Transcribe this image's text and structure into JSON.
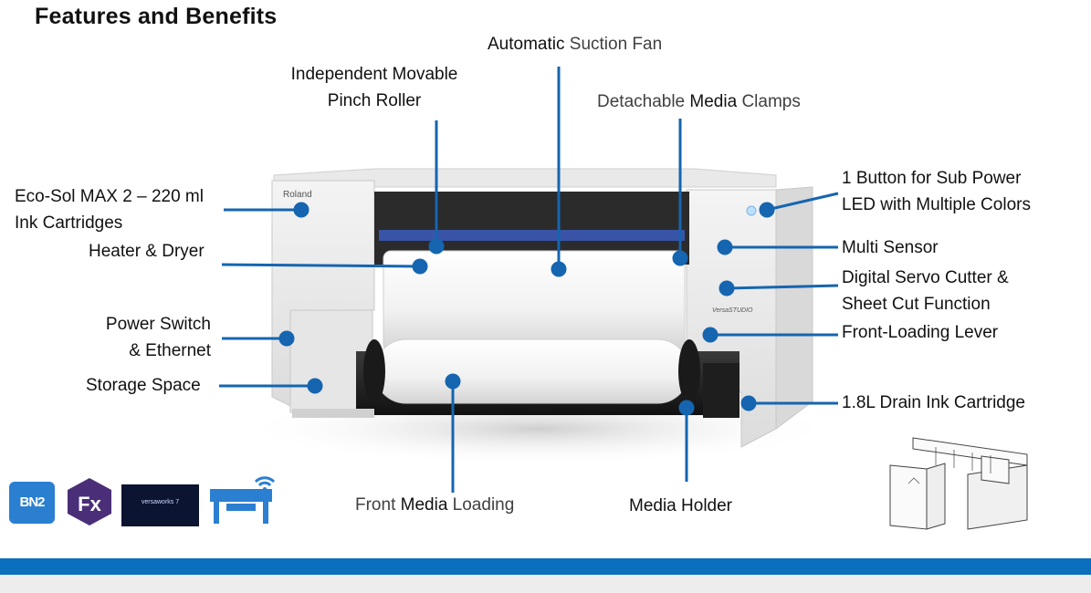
{
  "title": "Features and Benefits",
  "brand": "Roland",
  "model_badge": "VersaSTUDIO",
  "labels": {
    "suction_fan": {
      "part1": "Automatic",
      "part2": "Suction Fan"
    },
    "pinch_roller": {
      "line1": "Independent Movable",
      "line2": "Pinch Roller"
    },
    "media_clamps": {
      "part1": "Detachable",
      "part2": "Media",
      "part3": "Clamps"
    },
    "ink_cartridges": {
      "line1": "Eco-Sol MAX 2 – 220 ml",
      "line2": "Ink Cartridges"
    },
    "heater_dryer": "Heater & Dryer",
    "power_switch": {
      "line1": "Power Switch",
      "line2": "& Ethernet"
    },
    "storage_space": "Storage Space",
    "sub_power": {
      "line1": "1 Button for Sub Power",
      "line2": "LED with Multiple Colors"
    },
    "multi_sensor": "Multi Sensor",
    "servo_cutter": {
      "line1": "Digital Servo Cutter &",
      "line2": "Sheet Cut Function"
    },
    "front_loading_lever": "Front-Loading Lever",
    "drain_ink": "1.8L Drain Ink Cartridge",
    "front_media_loading": {
      "part1": "Front",
      "part2": "Media",
      "part3": "Loading"
    },
    "media_holder": "Media Holder"
  },
  "logos": {
    "bn2": "BN2",
    "fx": "Fx",
    "versaworks": "versaworks 7"
  },
  "colors": {
    "accent_blue": "#0a6fbd",
    "leader_blue": "#1565b0",
    "footer_gray": "#ededed"
  },
  "icons": [
    "wifi-printer-icon"
  ]
}
